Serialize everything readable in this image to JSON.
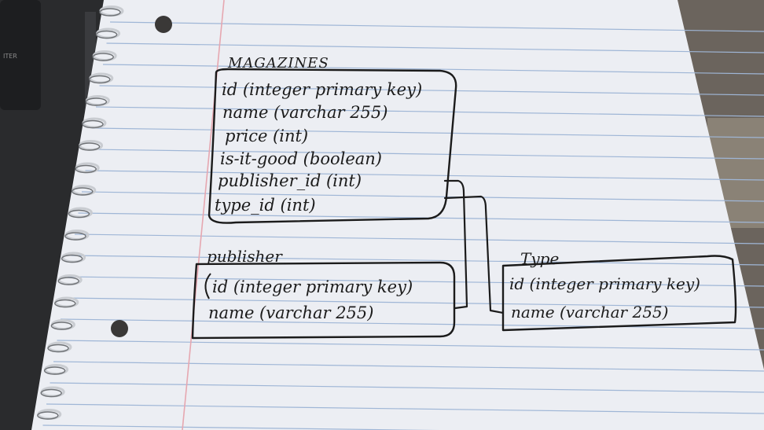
{
  "tables": [
    {
      "title": "MAGAZINES",
      "fields": [
        "id (integer primary key)",
        "name (varchar 255)",
        "price (int)",
        "is-it-good (boolean)",
        "publisher_id (int)",
        "type_id (int)"
      ]
    },
    {
      "title": "publisher",
      "fields": [
        "id (integer primary key)",
        "name (varchar 255)"
      ]
    },
    {
      "title": "Type",
      "fields": [
        "id (integer primary key)",
        "name (varchar 255)"
      ]
    }
  ],
  "relationships": [
    {
      "from": "MAGAZINES.publisher_id",
      "to": "publisher.id"
    },
    {
      "from": "MAGAZINES.type_id",
      "to": "Type.id"
    }
  ],
  "colors": {
    "paper": "#eceef3",
    "rule_line": "#9fb6d6",
    "margin_line": "#e6a7b0",
    "ink": "#1b1b1b",
    "laptop": "#262729"
  }
}
